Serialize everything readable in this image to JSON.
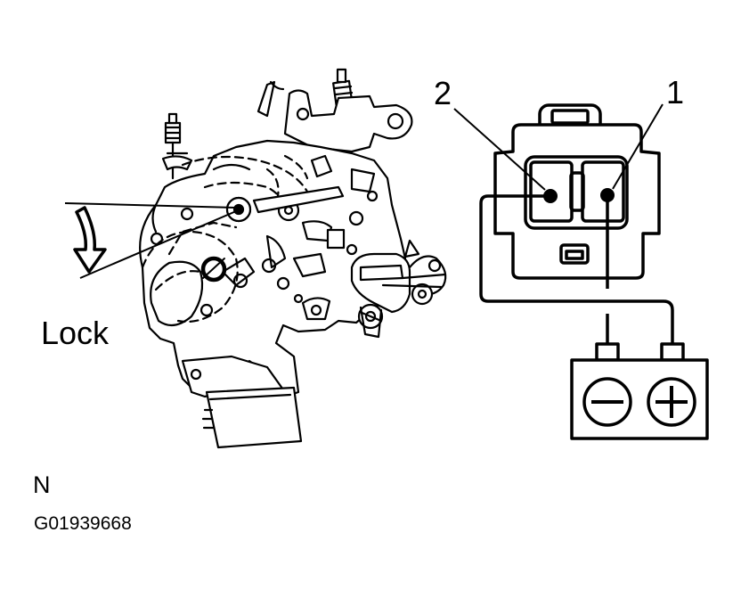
{
  "diagram": {
    "lock_label": "Lock",
    "terminal_1": "1",
    "terminal_2": "2",
    "view_letter": "N",
    "figure_id": "G01939668"
  },
  "battery": {
    "negative_symbol": "−",
    "positive_symbol": "+"
  },
  "colors": {
    "ink": "#000000",
    "background": "#ffffff"
  }
}
